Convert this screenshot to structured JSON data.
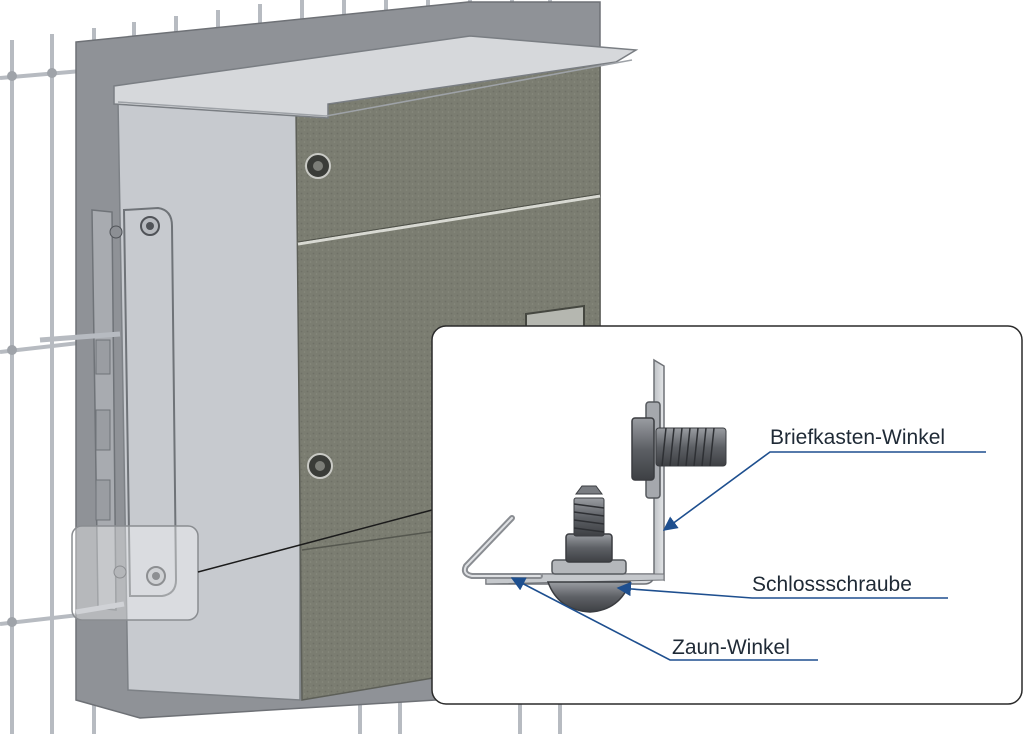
{
  "callout": {
    "labels": {
      "briefkasten_winkel": "Briefkasten-Winkel",
      "schlossschraube": "Schlossschraube",
      "zaun_winkel": "Zaun-Winkel"
    }
  },
  "colors": {
    "fence_wire": "#b8bcc2",
    "mounting_plate": "#8e9196",
    "box_side": "#c9ccd0",
    "box_front": "#7a7c70",
    "roof": "#d5d7da",
    "leader_line": "#1e4f8f",
    "callout_border": "#2a2a2a"
  }
}
